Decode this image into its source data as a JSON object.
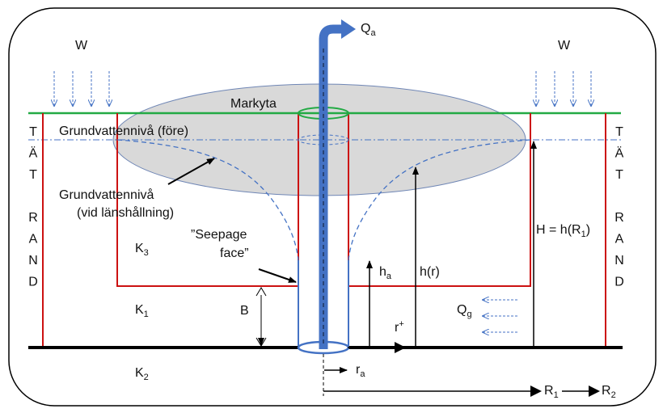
{
  "labels": {
    "w_left": "W",
    "w_right": "W",
    "q_a": "Q",
    "q_a_sub": "a",
    "markyta": "Markyta",
    "gw_before": "Grundvattennivå (före)",
    "gw_during_1": "Grundvattennivå",
    "gw_during_2": "(vid länshållning)",
    "seepage_1": "”Seepage",
    "seepage_2": "face”",
    "k3": "K",
    "k3_sub": "3",
    "k1": "K",
    "k1_sub": "1",
    "k2": "K",
    "k2_sub": "2",
    "b": "B",
    "h_a": "h",
    "h_a_sub": "a",
    "h_r": "h(r)",
    "h_big": "H = h(R",
    "h_big_sub": "1",
    "h_big_close": ")",
    "r_plus": "r",
    "r_plus_sup": "+",
    "q_g": "Q",
    "q_g_sub": "g",
    "r_a": "r",
    "r_a_sub": "a",
    "r1": "R",
    "r1_sub": "1",
    "r2": "R",
    "r2_sub": "2"
  },
  "boundary_text": {
    "left": [
      "T",
      "Ä",
      "T",
      "",
      "R",
      "A",
      "N",
      "D"
    ],
    "right": [
      "T",
      "Ä",
      "T",
      "",
      "R",
      "A",
      "N",
      "D"
    ]
  },
  "colors": {
    "ground_surface": "#22aa44",
    "aquifer_boundary": "#cc1111",
    "well": "#4472c4",
    "drawdown": "#4472c4",
    "ellipse_fill": "#d9d9d9",
    "ellipse_stroke": "#6f86b5",
    "arrow": "#000000"
  }
}
